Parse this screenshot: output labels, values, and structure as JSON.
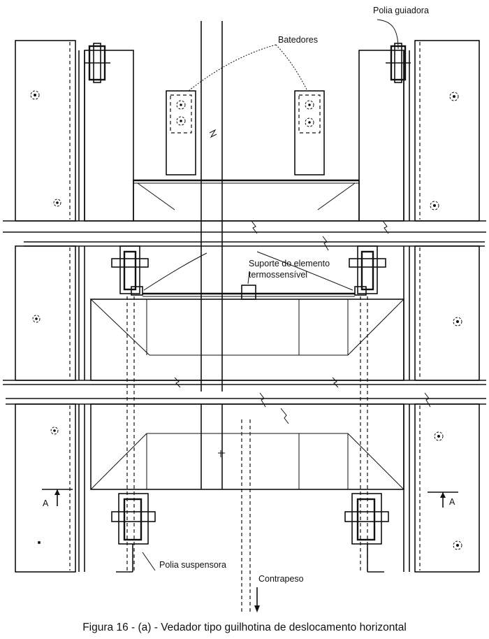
{
  "labels": {
    "polia_guiadora": "Polia guiadora",
    "batedores": "Batedores",
    "suporte_line1": "Suporte do elemento",
    "suporte_line2": "termossensível",
    "polia_suspensora": "Polia suspensora",
    "contrapeso": "Contrapeso",
    "section_left": "A",
    "section_right": "A"
  },
  "caption": "Figura 16 - (a) - Vedador tipo guilhotina de deslocamento horizontal"
}
